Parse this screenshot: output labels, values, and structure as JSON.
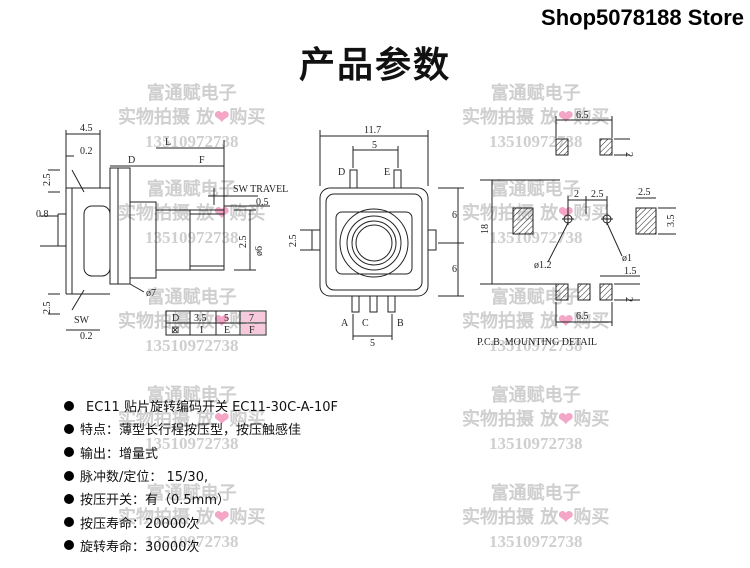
{
  "store_name": "Shop5078188 Store",
  "title": "产品参数",
  "watermark": {
    "line1": "富通赋电子",
    "line2_left": "实物拍摄 放",
    "line2_right": "购买",
    "heart": "❤",
    "line3": "13510972738"
  },
  "drawing": {
    "side": {
      "dim_45": "4.5",
      "dim_02_top": "0.2",
      "D": "D",
      "L": "L",
      "F": "F",
      "sw_travel": "SW TRAVEL",
      "travel_05": "0.5",
      "dim_25_top": "2.5",
      "dim_08": "0.8",
      "dim_25_bot": "2.5",
      "sw": "SW",
      "dim_02_bot": "0.2",
      "phi6": "ø6",
      "phi7": "ø7",
      "dim_25_right": "2.5"
    },
    "table": {
      "row1": [
        "D",
        "3.5",
        "5",
        "7"
      ],
      "row2": [
        "⊠",
        "I",
        "E",
        "F"
      ]
    },
    "front": {
      "dim_117": "11.7",
      "dim_5_top": "5",
      "D": "D",
      "E": "E",
      "dim_25": "2.5",
      "dim_6_top": "6",
      "dim_6_bot": "6",
      "A": "A",
      "C": "C",
      "B": "B",
      "dim_5_bot": "5"
    },
    "pcb": {
      "dim_65_top": "6.5",
      "dim_2_top": "2",
      "dim_18": "18",
      "dim_2": "2",
      "dim_25_mid": "2.5",
      "dim_25_right": "2.5",
      "dim_35": "3.5",
      "phi12": "ø1.2",
      "phi1": "ø1",
      "dim_15": "1.5",
      "dim_2_bot": "2",
      "dim_65_bot": "6.5",
      "caption": "P.C.B. MOUNTING DETAIL"
    }
  },
  "specs": [
    "EC11 贴片旋转编码开关 EC11-30C-A-10F",
    "特点：薄型长行程按压型，按压触感佳",
    "输出：增量式",
    "脉冲数/定位： 15/30,",
    "按压开关：有（0.5mm）",
    "按压寿命：20000次",
    "旋转寿命：30000次"
  ]
}
